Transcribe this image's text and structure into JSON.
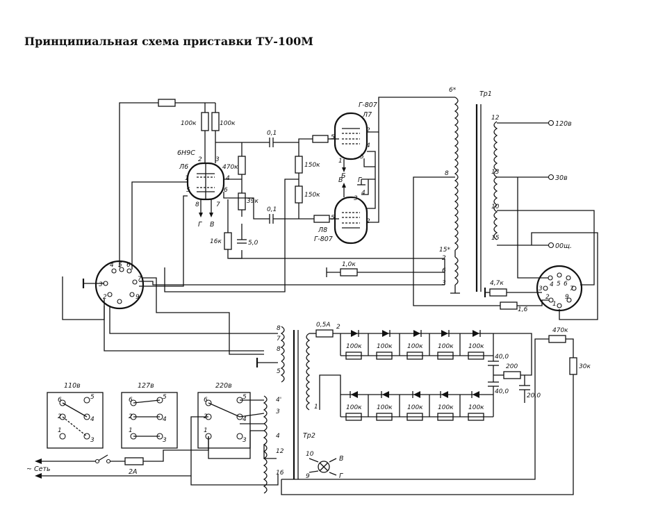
{
  "title": "Принципиальная схема приставки ТУ-100М",
  "tubes": {
    "l6_type": "6Н9С",
    "l6_name": "Л6",
    "l7_type": "Г-807",
    "l7_name": "Л7",
    "l8_type": "Г-807",
    "l8_name": "Л8",
    "pins": [
      "1",
      "2",
      "3",
      "4",
      "5",
      "6",
      "7",
      "8"
    ],
    "heater_g": "Г",
    "heater_v": "В",
    "heater_b": "Б"
  },
  "resistors": {
    "r_100k_a": "100к",
    "r_100k_b": "100к",
    "r_470k": "470к",
    "r_39k": "39к",
    "r_16k": "16к",
    "r_150k_a": "150к",
    "r_150k_b": "150к",
    "r_1k": "1,0к",
    "r_4k7": "4,7к",
    "r_1k6": "1,6",
    "r_470k_b": "470к",
    "r_30k": "30к",
    "r_200": "200",
    "bridge": "100к"
  },
  "capacitors": {
    "c_01_a": "0,1",
    "c_01_b": "0,1",
    "c_5": "5,0",
    "c_40a": "40,0",
    "c_40b": "40,0",
    "c_20": "20,0"
  },
  "transformer1": {
    "name": "Тр1",
    "taps": [
      "6*",
      "8",
      "15*",
      "2",
      "6",
      "3"
    ],
    "sec_taps": [
      "12",
      "13",
      "10",
      "15"
    ],
    "outputs": [
      "120в",
      "30в",
      "00щ."
    ]
  },
  "transformer2": {
    "name": "Тр2",
    "pins": [
      "8",
      "7",
      "8",
      "5",
      "1",
      "2",
      "4'",
      "3",
      "4",
      "12",
      "16",
      "10",
      "9"
    ],
    "fuse": "0,5А"
  },
  "mains": {
    "panel_110": "110в",
    "panel_127": "127в",
    "panel_220": "220в",
    "pins": [
      "6",
      "5",
      "2",
      "4",
      "1",
      "3"
    ],
    "fuse": "2А",
    "set": "~ Сеть",
    "lamp_v": "В",
    "lamp_g": "Г"
  },
  "socket_pins": [
    "4",
    "5",
    "6",
    "3",
    "2",
    "1",
    "8",
    "7",
    "9",
    "8"
  ]
}
